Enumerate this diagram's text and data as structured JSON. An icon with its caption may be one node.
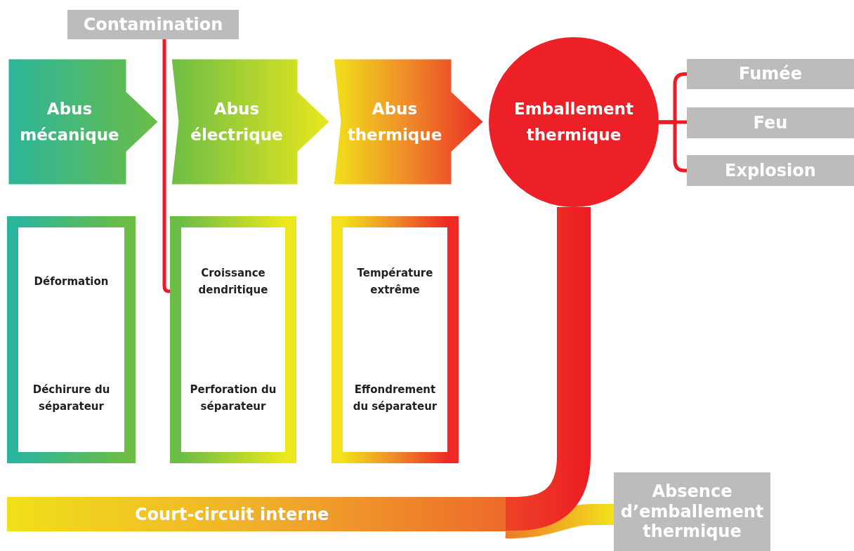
{
  "diagram": {
    "nodes": [
      {
        "text": [
          "Contamination"
        ]
      },
      {
        "text": [
          "Abus mécanique"
        ]
      },
      {
        "text": [
          "Abus électrique"
        ]
      },
      {
        "text": [
          "Abus thermique"
        ]
      },
      {
        "text": [
          "Emballement thermique"
        ]
      },
      {
        "text": [
          "Fumée"
        ]
      },
      {
        "text": [
          "Feu"
        ]
      },
      {
        "text": [
          "Explosion"
        ]
      },
      {
        "text": [],
        "shape": "box"
      },
      {
        "text": [
          "Déformation"
        ],
        "in": 8
      },
      {
        "text": [
          "Déchirure du séparateur"
        ],
        "in": 8
      },
      {
        "text": [],
        "shape": "box"
      },
      {
        "text": [
          "Croissance dendritique"
        ],
        "in": 11
      },
      {
        "text": [
          "Perforation du séparateur"
        ],
        "in": 11
      },
      {
        "text": [],
        "shape": "box"
      },
      {
        "text": [
          "Température extrême"
        ],
        "in": 14
      },
      {
        "text": [
          "Effondrement du séparateur"
        ],
        "in": 14
      },
      {
        "text": [
          "Court-circuit interne"
        ]
      },
      {
        "text": [
          "Absence d’emballement thermique"
        ]
      }
    ],
    "edges": [
      {
        "from": 0,
        "to": 11,
        "arrow": "none"
      },
      {
        "from": 4,
        "to": 5,
        "arrow": "none"
      },
      {
        "from": 4,
        "to": 6,
        "arrow": "none"
      },
      {
        "from": 4,
        "to": 7,
        "arrow": "none"
      },
      {
        "from": 4,
        "to": 17,
        "arrow": "none",
        "style": "thick"
      },
      {
        "from": 17,
        "to": 18,
        "arrow": "none",
        "style": "thick"
      }
    ]
  }
}
